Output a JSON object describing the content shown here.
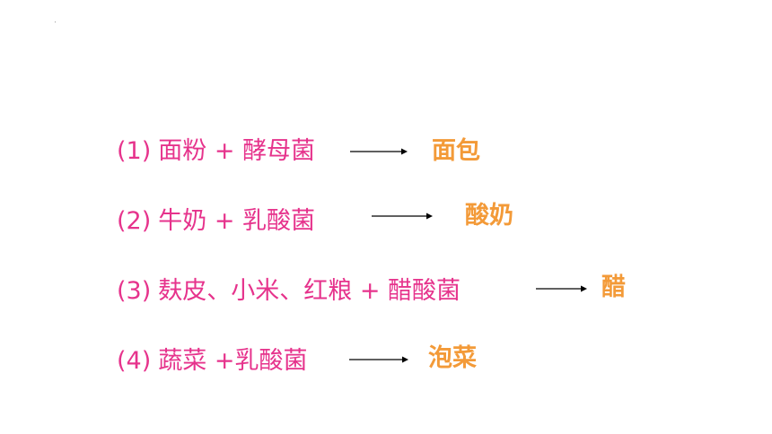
{
  "slide": {
    "equations": [
      {
        "number": "(1)",
        "reactants": "面粉 + 酵母菌",
        "product": "面包"
      },
      {
        "number": "(2)",
        "reactants": "牛奶 + 乳酸菌",
        "product": "酸奶"
      },
      {
        "number": "(3)",
        "reactants": "麸皮、小米、红粮 + 醋酸菌",
        "product": "醋"
      },
      {
        "number": "(4)",
        "reactants": "蔬菜 +乳酸菌",
        "product": "泡菜"
      }
    ],
    "colors": {
      "reactant_text": "#e6338c",
      "product_text": "#f39a38",
      "arrow": "#000000"
    }
  }
}
